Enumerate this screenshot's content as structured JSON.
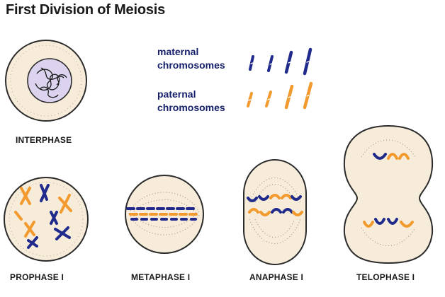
{
  "title": "First Division of Meiosis",
  "legend": {
    "maternal_line1": "maternal",
    "maternal_line2": "chromosomes",
    "paternal_line1": "paternal",
    "paternal_line2": "chromosomes"
  },
  "stages": {
    "interphase": "INTERPHASE",
    "prophase": "PROPHASE I",
    "metaphase": "METAPHASE I",
    "anaphase": "ANAPHASE I",
    "telophase": "TELOPHASE I"
  },
  "colors": {
    "maternal": "#1f2a8c",
    "paternal": "#f29a2e",
    "cell_fill": "#f6ecd9",
    "nucleus_fill": "#dcd3ee",
    "outline": "#2b2b2b"
  },
  "icons": {
    "maternal_swatch": "blue-chromosome-icon",
    "paternal_swatch": "orange-chromosome-icon"
  }
}
